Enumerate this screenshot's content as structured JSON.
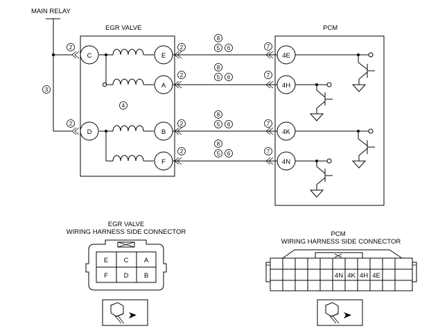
{
  "labels": {
    "main_relay": "MAIN RELAY",
    "egr_valve": "EGR VALVE",
    "pcm": "PCM",
    "egr_conn_line1": "EGR VALVE",
    "egr_conn_line2": "WIRING HARNESS SIDE CONNECTOR",
    "pcm_conn_line1": "PCM",
    "pcm_conn_line2": "WIRING HARNESS SIDE CONNECTOR"
  },
  "egr_pins": {
    "C": "C",
    "D": "D",
    "E": "E",
    "A": "A",
    "B": "B",
    "F": "F"
  },
  "pcm_pins": {
    "p4E": "4E",
    "p4H": "4H",
    "p4K": "4K",
    "p4N": "4N"
  },
  "callouts": {
    "n2": "2",
    "n3": "3",
    "n4": "4",
    "n5": "5",
    "n6": "6",
    "n7": "7",
    "n8": "8"
  },
  "egr_connector_grid": [
    [
      "E",
      "C",
      "A"
    ],
    [
      "F",
      "D",
      "B"
    ]
  ],
  "pcm_connector_pins": [
    "4N",
    "4K",
    "4H",
    "4E"
  ],
  "icons": [
    "connector-arrow-icon",
    "transistor-icon",
    "ground-icon",
    "coil-icon",
    "double-arrow-connector-icon"
  ]
}
